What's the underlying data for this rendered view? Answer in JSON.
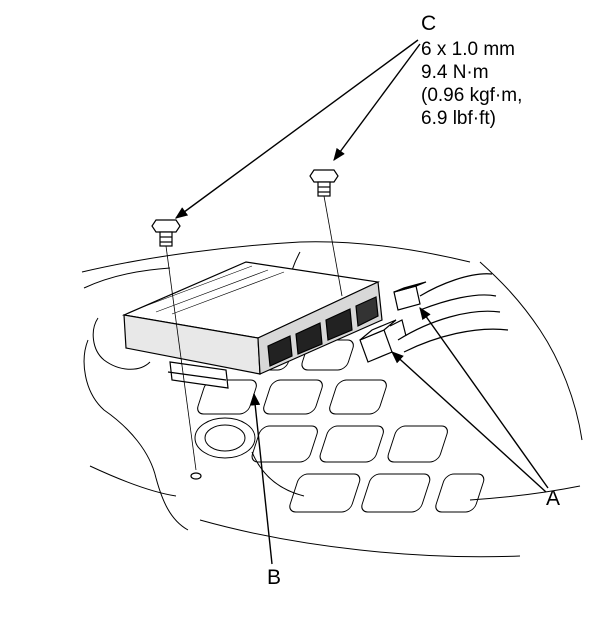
{
  "callouts": {
    "a": "A",
    "b": "B",
    "c": "C"
  },
  "torque_spec": {
    "bolt_size": "6 x 1.0 mm",
    "torque_nm": "9.4 N·m",
    "torque_kgfm": "(0.96 kgf·m,",
    "torque_lbfft": "6.9 lbf·ft)"
  },
  "colors": {
    "ink": "#000000",
    "paper": "#ffffff"
  }
}
